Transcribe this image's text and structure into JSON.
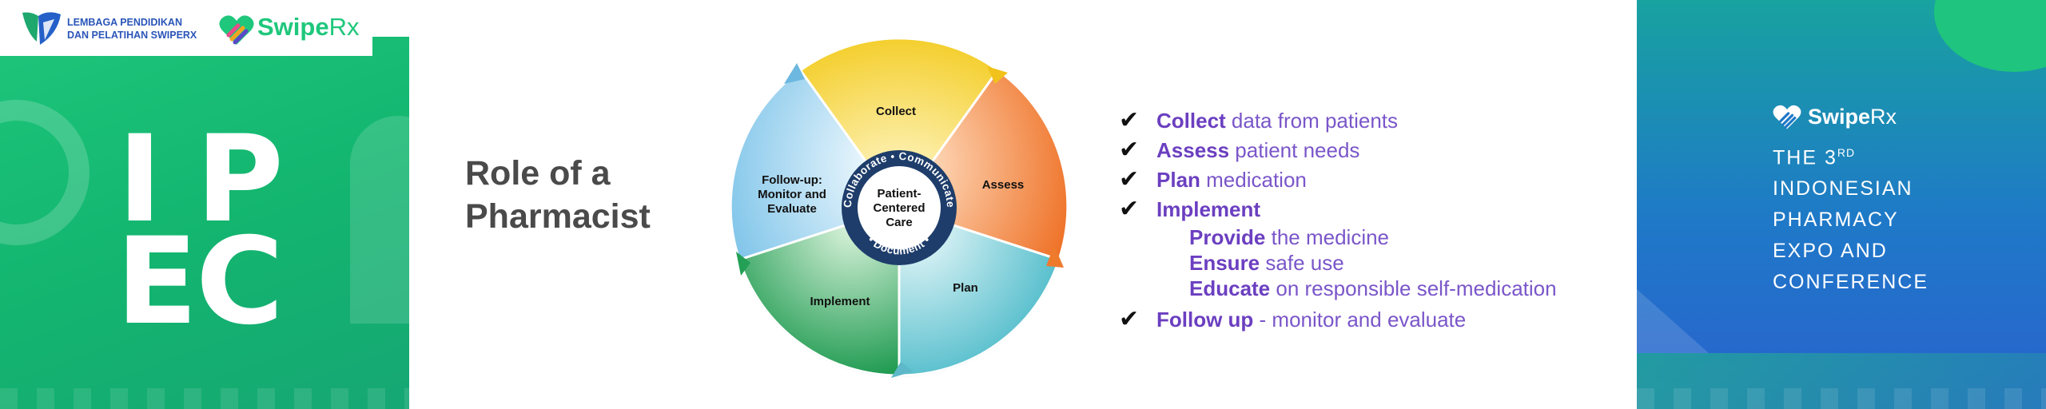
{
  "header": {
    "org_line1": "LEMBAGA PENDIDIKAN",
    "org_line2": "DAN PELATIHAN SWIPERX",
    "brand_bold": "Swipe",
    "brand_light": "Rx"
  },
  "left": {
    "logo_letters": [
      "I",
      "P",
      "E",
      "C"
    ]
  },
  "main": {
    "title_line1": "Role of a",
    "title_line2": "Pharmacist"
  },
  "diagram": {
    "center_line1": "Patient-",
    "center_line2": "Centered",
    "center_line3": "Care",
    "ring_top": "Collaborate • Communicate",
    "ring_bottom": "• Document •",
    "segments": [
      {
        "label": "Collect",
        "color": "#f6d84a"
      },
      {
        "label": "Assess",
        "color": "#f08a3c"
      },
      {
        "label": "Plan",
        "color": "#6cc7d3"
      },
      {
        "label": "Implement",
        "color": "#28a85a"
      },
      {
        "label_line1": "Follow-up:",
        "label_line2": "Monitor and",
        "label_line3": "Evaluate",
        "color": "#9bd3ee"
      }
    ]
  },
  "checklist": {
    "items": [
      {
        "bold": "Collect",
        "rest": " data from patients"
      },
      {
        "bold": "Assess",
        "rest": " patient needs"
      },
      {
        "bold": "Plan",
        "rest": " medication"
      },
      {
        "bold": "Implement",
        "rest": ""
      },
      {
        "bold": "Follow up",
        "rest": " - monitor and evaluate"
      }
    ],
    "sub_items": [
      {
        "bold": "Provide",
        "rest": " the medicine"
      },
      {
        "bold": "Ensure",
        "rest": " safe use"
      },
      {
        "bold": "Educate",
        "rest": " on responsible self-medication"
      }
    ],
    "check_symbol": "✔"
  },
  "right": {
    "brand_bold": "Swipe",
    "brand_light": "Rx",
    "line1": "THE 3",
    "line1_sup": "RD",
    "line2": "INDONESIAN",
    "line3": "PHARMACY",
    "line4": "EXPO AND",
    "line5": "CONFERENCE"
  },
  "colors": {
    "green": "#1fc77c",
    "purple": "#6b3fc0",
    "blue": "#2a62cf",
    "ring_navy": "#1e3d6b"
  }
}
